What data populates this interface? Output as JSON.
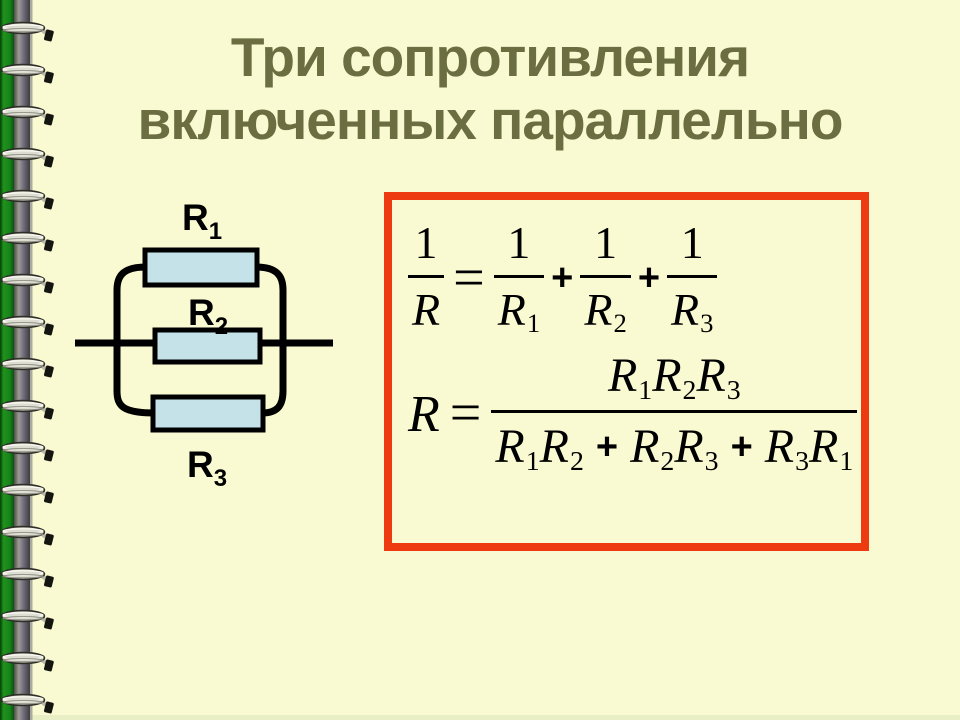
{
  "slide": {
    "background": "#FAFAD2",
    "bottom_edge_color": "#E9EFC4"
  },
  "binding": {
    "strip_color": "#17831A",
    "ring_metal_color": "#DCDCD0",
    "hole_color": "#141410",
    "ring_count": 17
  },
  "title": {
    "line1": "Три сопротивления",
    "line2": "включенных параллельно",
    "color": "#6B6E41"
  },
  "circuit": {
    "type": "three-resistors-parallel",
    "resistor_fill": "#C4E2E7",
    "wire_color": "#000000",
    "labels": [
      {
        "base": "R",
        "sub": "1"
      },
      {
        "base": "R",
        "sub": "2"
      },
      {
        "base": "R",
        "sub": "3"
      }
    ]
  },
  "formula_box": {
    "border_color": "#EE3A10",
    "f1": {
      "lhs_num": "1",
      "lhs_den": "R",
      "eq": "=",
      "t1_num": "1",
      "t1_den": "R",
      "t1_sub": "1",
      "plus1": "+",
      "t2_num": "1",
      "t2_den": "R",
      "t2_sub": "2",
      "plus2": "+",
      "t3_num": "1",
      "t3_den": "R",
      "t3_sub": "3"
    },
    "f2": {
      "lhs": "R",
      "eq": "=",
      "num": [
        {
          "b": "R",
          "s": "1"
        },
        {
          "b": "R",
          "s": "2"
        },
        {
          "b": "R",
          "s": "3"
        }
      ],
      "den": [
        {
          "b": "R",
          "s": "1"
        },
        {
          "b": "R",
          "s": "2"
        },
        {
          "op": "+"
        },
        {
          "b": "R",
          "s": "2"
        },
        {
          "b": "R",
          "s": "3"
        },
        {
          "op": "+"
        },
        {
          "b": "R",
          "s": "3"
        },
        {
          "b": "R",
          "s": "1"
        }
      ]
    }
  }
}
